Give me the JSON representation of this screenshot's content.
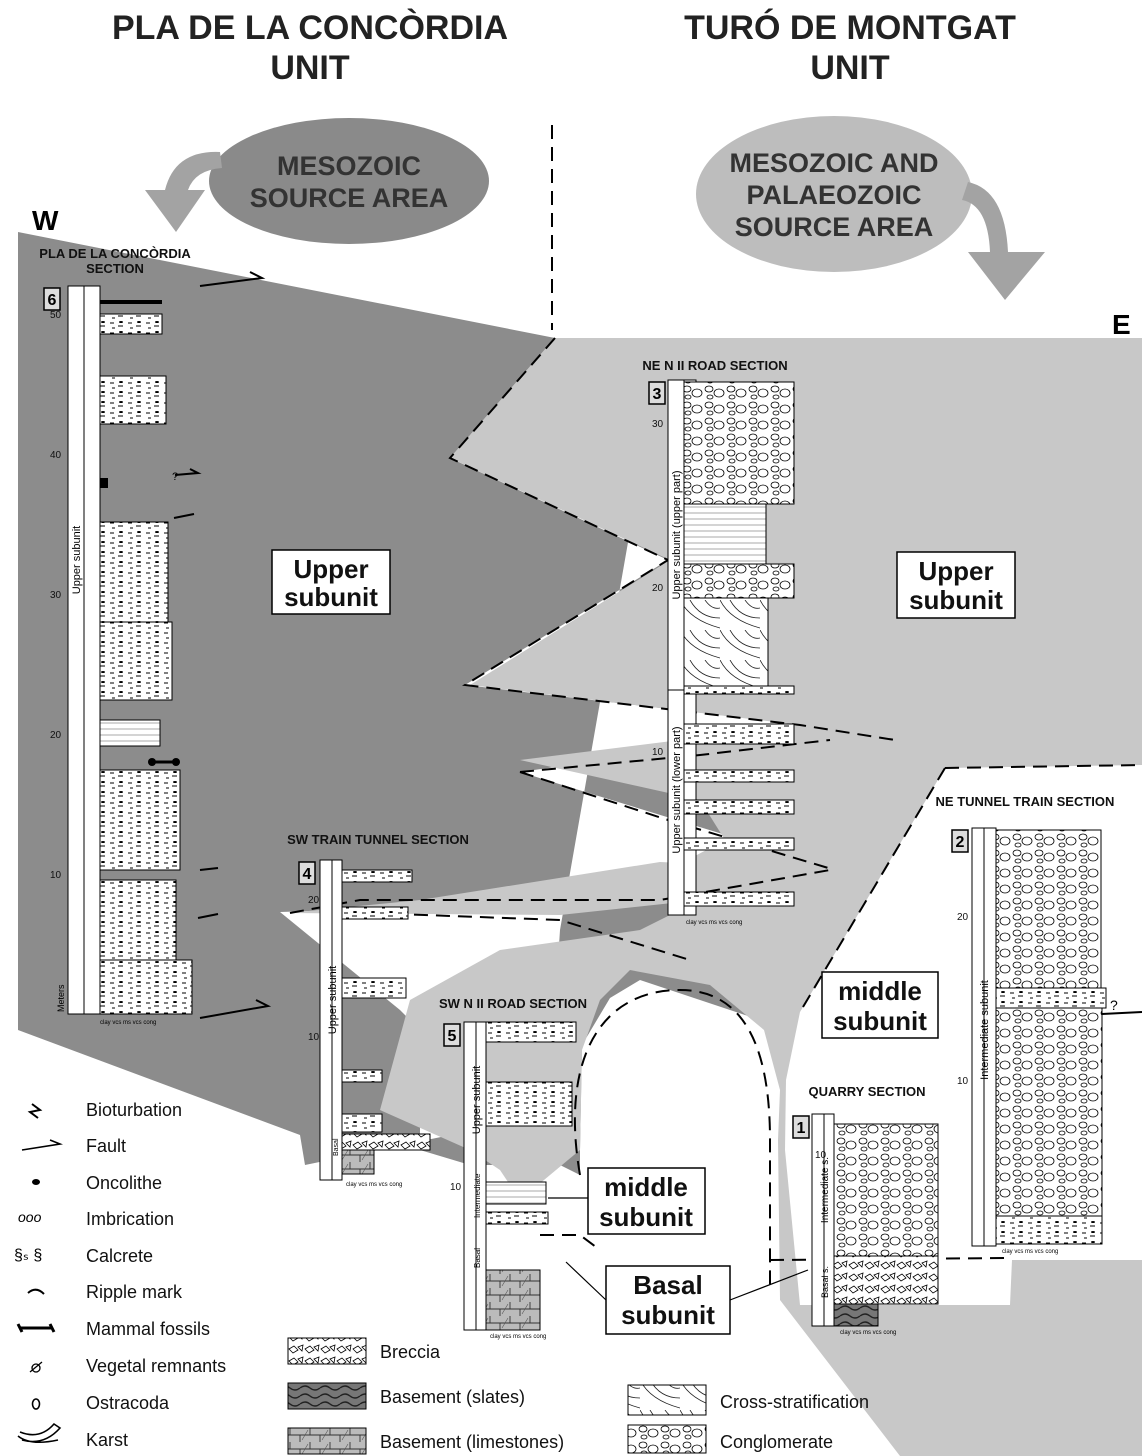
{
  "headers": {
    "left_unit": "PLA DE LA CONCÒRDIA UNIT",
    "right_unit": "TURÓ DE MONTGAT UNIT"
  },
  "source_areas": {
    "left": [
      "MESOZOIC",
      "SOURCE AREA"
    ],
    "right": [
      "MESOZOIC AND",
      "PALAEOZOIC",
      "SOURCE AREA"
    ]
  },
  "compass": {
    "west": "W",
    "east": "E"
  },
  "sections": {
    "s6": {
      "number": "6",
      "title": [
        "PLA DE LA CONCÒRDIA",
        "SECTION"
      ],
      "subunit_label": "Upper subunit",
      "scale_label": "Meters",
      "ticks": [
        "10",
        "20",
        "30",
        "40",
        "50"
      ],
      "axis": "clay vcs ms vcs cong"
    },
    "s3": {
      "number": "3",
      "title": "NE N II ROAD SECTION",
      "subunit_labels": [
        "Upper subunit (upper part)",
        "Upper subunit (lower part)"
      ],
      "ticks": [
        "10",
        "20",
        "30"
      ],
      "axis": "clay vcs ms vcs cong"
    },
    "s4": {
      "number": "4",
      "title": "SW TRAIN TUNNEL SECTION",
      "subunit_labels": [
        "Upper subunit",
        "Basal"
      ],
      "ticks": [
        "10",
        "20"
      ],
      "axis": "clay vcs ms vcs cong"
    },
    "s5": {
      "number": "5",
      "title": "SW N II ROAD SECTION",
      "subunit_labels": [
        "Upper subunit",
        "Intermediate",
        "Basal"
      ],
      "ticks": [
        "10"
      ],
      "axis": "clay vcs ms vcs cong"
    },
    "s2": {
      "number": "2",
      "title": "NE TUNNEL TRAIN SECTION",
      "subunit_label": "Intermediate subunit",
      "ticks": [
        "10",
        "20"
      ],
      "axis": "clay vcs ms vcs cong"
    },
    "s1": {
      "number": "1",
      "title": "QUARRY SECTION",
      "subunit_labels": [
        "Intermediate s.",
        "Basal s."
      ],
      "ticks": [
        "10"
      ],
      "axis": "clay vcs ms vcs cong"
    }
  },
  "subunit_boxes": {
    "upper_left": [
      "Upper",
      "subunit"
    ],
    "upper_right": [
      "Upper",
      "subunit"
    ],
    "middle_right": [
      "middle",
      "subunit"
    ],
    "middle_center": [
      "middle",
      "subunit"
    ],
    "basal": [
      "Basal",
      "subunit"
    ]
  },
  "question_marks": [
    "?",
    "?"
  ],
  "legend_symbols": [
    {
      "icon": "bioturbation-icon",
      "label": "Bioturbation"
    },
    {
      "icon": "fault-icon",
      "label": "Fault"
    },
    {
      "icon": "oncolithe-icon",
      "label": "Oncolithe"
    },
    {
      "icon": "imbrication-icon",
      "label": "Imbrication"
    },
    {
      "icon": "calcrete-icon",
      "label": "Calcrete"
    },
    {
      "icon": "ripple-mark-icon",
      "label": "Ripple mark"
    },
    {
      "icon": "mammal-fossils-icon",
      "label": "Mammal fossils"
    },
    {
      "icon": "vegetal-remnants-icon",
      "label": "Vegetal remnants"
    },
    {
      "icon": "ostracoda-icon",
      "label": "Ostracoda"
    },
    {
      "icon": "karst-icon",
      "label": "Karst"
    }
  ],
  "legend_lithology": [
    {
      "icon": "breccia-pattern",
      "label": "Breccia"
    },
    {
      "icon": "basement-slates-pattern",
      "label": "Basement (slates)"
    },
    {
      "icon": "basement-limestones-pattern",
      "label": "Basement (limestones)"
    },
    {
      "icon": "cross-stratification-pattern",
      "label": "Cross-stratification"
    },
    {
      "icon": "conglomerate-pattern",
      "label": "Conglomerate"
    }
  ],
  "colors": {
    "dark_gray": "#8c8c8c",
    "light_gray": "#c8c8c8",
    "source_left": "#8a8a8a",
    "source_right": "#bdbdbd",
    "arrow": "#a3a3a3"
  }
}
